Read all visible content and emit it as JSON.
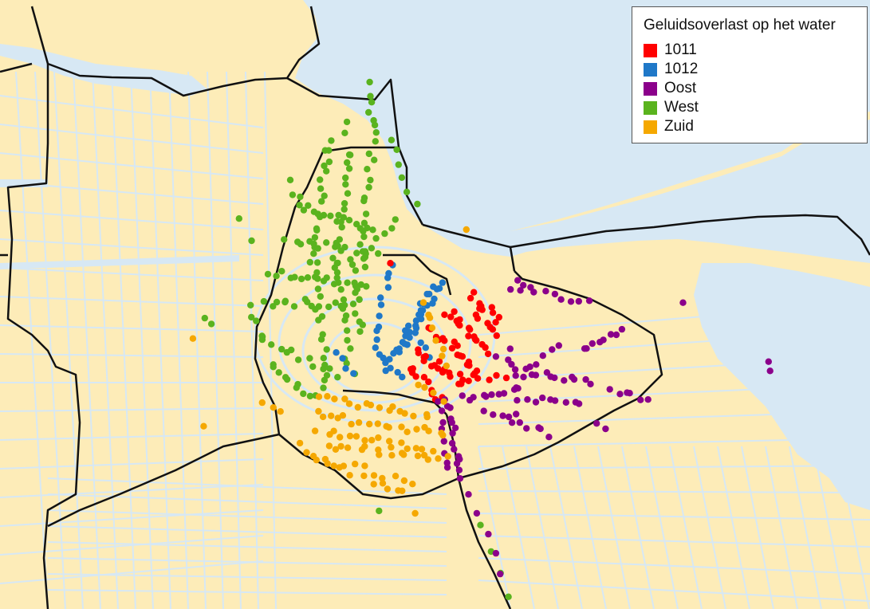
{
  "legend": {
    "title": "Geluidsoverlast op het water",
    "items": [
      {
        "label": "1011",
        "color": "#ff0000"
      },
      {
        "label": "1012",
        "color": "#1f78c8"
      },
      {
        "label": "Oost",
        "color": "#8b008b"
      },
      {
        "label": "West",
        "color": "#5ab31e"
      },
      {
        "label": "Zuid",
        "color": "#f5a800"
      }
    ]
  },
  "colors": {
    "land": "#fdecb8",
    "water": "#d7e8f4",
    "boundary": "#111111"
  }
}
